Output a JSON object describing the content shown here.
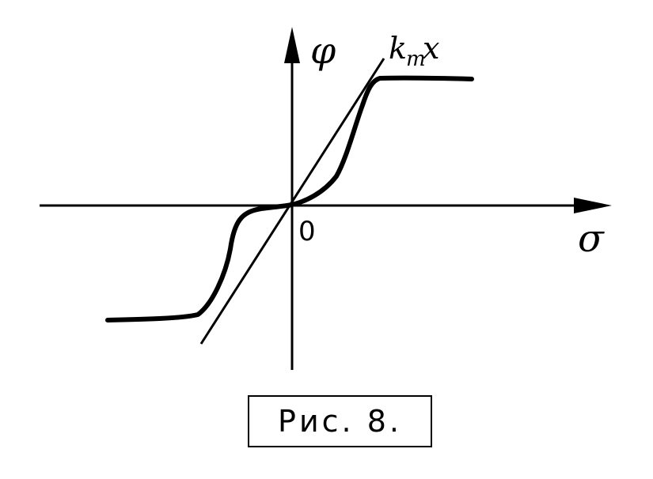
{
  "labels": {
    "y_axis": "φ",
    "x_axis": "σ",
    "origin": "0",
    "line_k": "k",
    "line_sub": "m",
    "line_var": "x"
  },
  "caption": "Рис. 8."
}
